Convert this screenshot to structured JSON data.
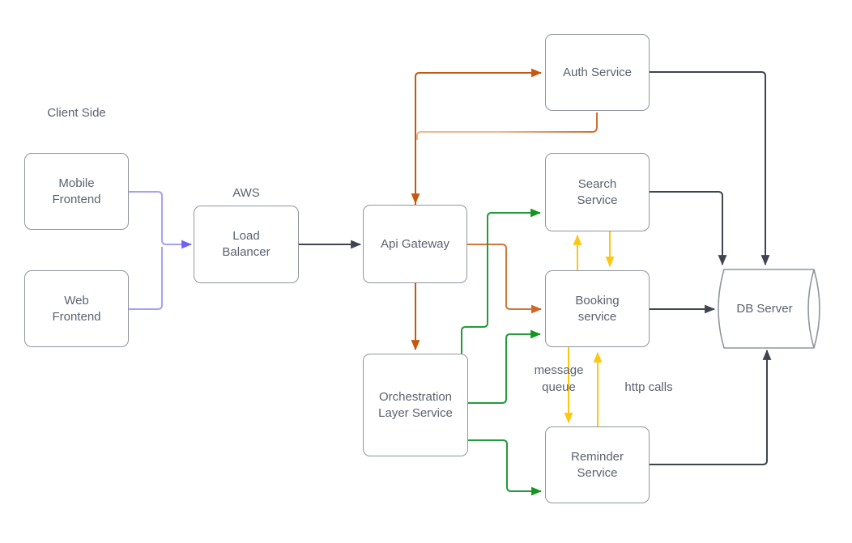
{
  "diagram": {
    "labels": {
      "client_side": "Client Side",
      "aws": "AWS",
      "message_queue": "message\nqueue",
      "http_calls": "http calls"
    },
    "nodes": {
      "mobile_frontend": "Mobile\nFrontend",
      "web_frontend": "Web\nFrontend",
      "load_balancer": "Load\nBalancer",
      "api_gateway": "Api Gateway",
      "orchestration": "Orchestration\nLayer Service",
      "auth_service": "Auth Service",
      "search_service": "Search\nService",
      "booking_service": "Booking\nservice",
      "reminder_service": "Reminder\nService",
      "db_server": "DB Server"
    },
    "colors": {
      "purple_line": "#a5a2f6",
      "purple_arrow": "#6b63f7",
      "dark": "#3f4450",
      "orange_dark": "#c6570e",
      "orange_mid": "#d0773c",
      "orange_light": "#eeb892",
      "green": "#239a3b",
      "yellow": "#fdc70f",
      "node_border": "#8f959e",
      "text": "#5b616e"
    },
    "edges": [
      {
        "from": "mobile_frontend",
        "to": "load_balancer",
        "color": "purple"
      },
      {
        "from": "web_frontend",
        "to": "load_balancer",
        "color": "purple"
      },
      {
        "from": "load_balancer",
        "to": "api_gateway",
        "color": "dark"
      },
      {
        "from": "api_gateway",
        "to": "auth_service",
        "color": "orange_dark"
      },
      {
        "from": "auth_service",
        "to": "api_gateway",
        "color": "orange_gradient"
      },
      {
        "from": "api_gateway",
        "to": "orchestration",
        "color": "orange_dark"
      },
      {
        "from": "api_gateway",
        "to": "booking_service",
        "color": "orange_mid"
      },
      {
        "from": "orchestration",
        "to": "search_service",
        "color": "green"
      },
      {
        "from": "orchestration",
        "to": "booking_service",
        "color": "green"
      },
      {
        "from": "orchestration",
        "to": "reminder_service",
        "color": "green"
      },
      {
        "from": "booking_service",
        "to": "search_service",
        "color": "yellow"
      },
      {
        "from": "search_service",
        "to": "booking_service",
        "color": "yellow"
      },
      {
        "from": "booking_service",
        "to": "reminder_service",
        "color": "yellow"
      },
      {
        "from": "reminder_service",
        "to": "booking_service",
        "color": "yellow"
      },
      {
        "from": "auth_service",
        "to": "db_server",
        "color": "dark"
      },
      {
        "from": "search_service",
        "to": "db_server",
        "color": "dark"
      },
      {
        "from": "booking_service",
        "to": "db_server",
        "color": "dark"
      },
      {
        "from": "reminder_service",
        "to": "db_server",
        "color": "dark"
      }
    ]
  }
}
